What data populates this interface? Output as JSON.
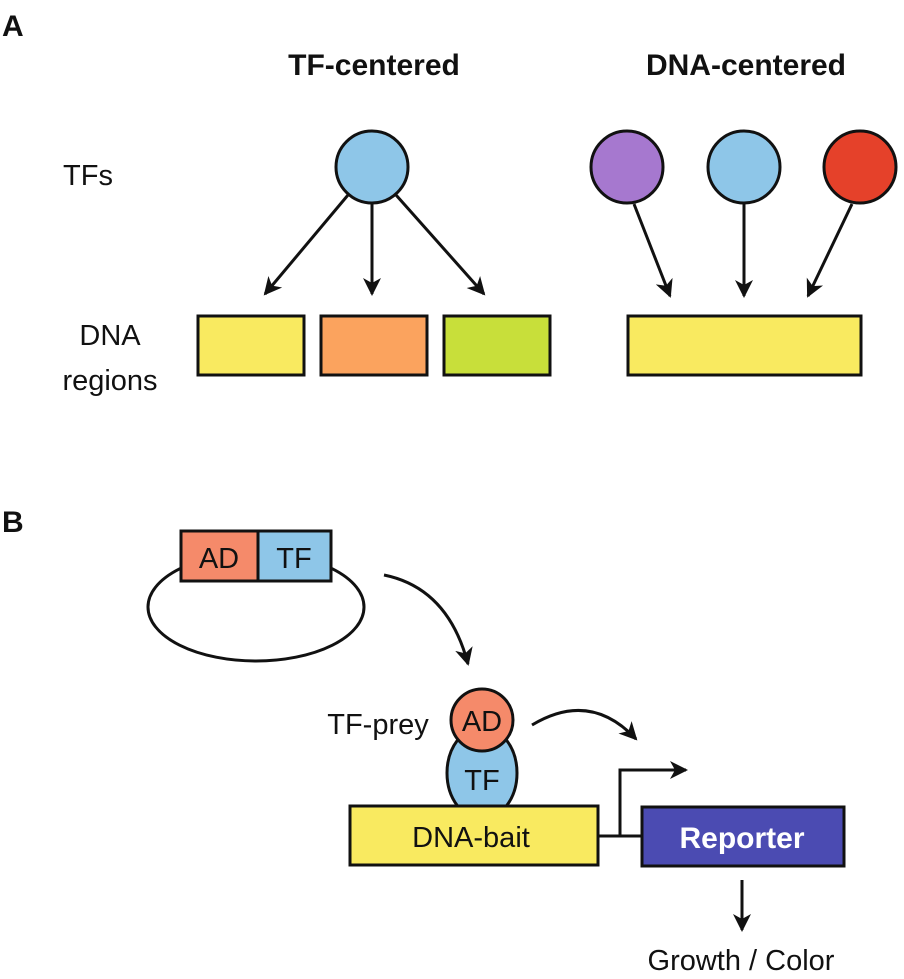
{
  "panel_a": {
    "label": "A",
    "tf_centered_title": "TF-centered",
    "dna_centered_title": "DNA-centered",
    "tfs_row_label": "TFs",
    "dna_row_label_line1": "DNA",
    "dna_row_label_line2": "regions"
  },
  "panel_b": {
    "label": "B",
    "plasmid_ad": "AD",
    "plasmid_tf": "TF",
    "tf_prey_label": "TF-prey",
    "prey_ad": "AD",
    "prey_tf": "TF",
    "dna_bait": "DNA-bait",
    "reporter": "Reporter",
    "output": "Growth / Color"
  },
  "colors": {
    "tf_blue": "#8ec6e8",
    "tf_purple": "#a678cf",
    "tf_red": "#e5412a",
    "dna_yellow": "#f9ea60",
    "dna_orange": "#fba35e",
    "dna_green": "#c8df3a",
    "ad_salmon": "#f58a6a",
    "reporter_blue": "#4b4bb2",
    "stroke": "#111111"
  }
}
